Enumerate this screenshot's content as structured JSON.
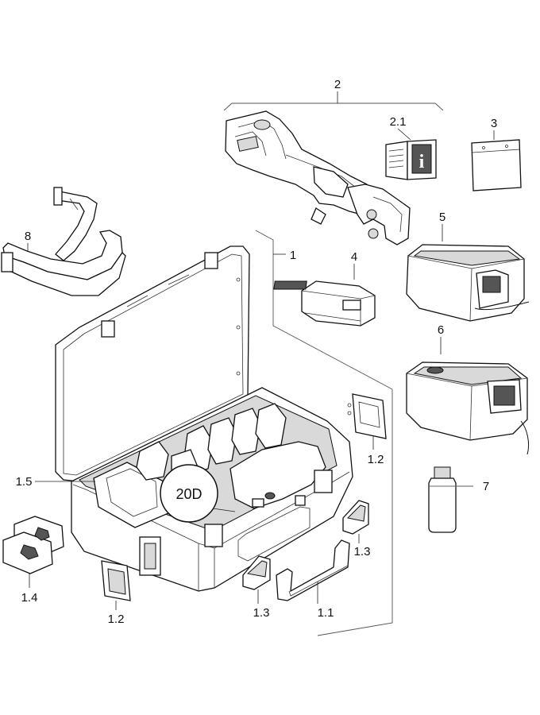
{
  "labels": {
    "l2": "2",
    "l21": "2.1",
    "l3": "3",
    "l8": "8",
    "l1": "1",
    "l4": "4",
    "l5": "5",
    "l6": "6",
    "l12a": "1.2",
    "l15": "1.5",
    "l7": "7",
    "l13a": "1.3",
    "l14": "1.4",
    "l12b": "1.2",
    "l13b": "1.3",
    "l11": "1.1"
  },
  "badge": "20D"
}
